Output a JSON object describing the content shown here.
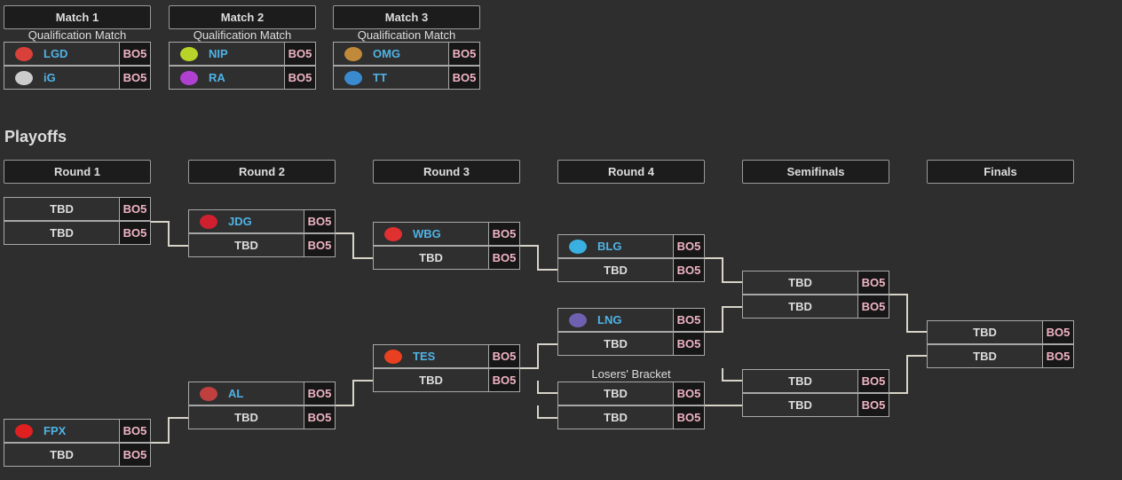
{
  "qualification": {
    "headers": [
      "Match 1",
      "Match 2",
      "Match 3"
    ],
    "subtitle": "Qualification Match",
    "matches": [
      [
        {
          "team": "LGD",
          "logo": "lgd-logo",
          "score": "BO5"
        },
        {
          "team": "iG",
          "logo": "ig-logo",
          "score": "BO5"
        }
      ],
      [
        {
          "team": "NIP",
          "logo": "nip-logo",
          "score": "BO5"
        },
        {
          "team": "RA",
          "logo": "ra-logo",
          "score": "BO5"
        }
      ],
      [
        {
          "team": "OMG",
          "logo": "omg-logo",
          "score": "BO5"
        },
        {
          "team": "TT",
          "logo": "tt-logo",
          "score": "BO5"
        }
      ]
    ]
  },
  "playoffs": {
    "title": "Playoffs",
    "rounds": [
      "Round 1",
      "Round 2",
      "Round 3",
      "Round 4",
      "Semifinals",
      "Finals"
    ],
    "losers_label": "Losers' Bracket",
    "matches": [
      [
        {
          "team": "TBD",
          "score": "BO5"
        },
        {
          "team": "TBD",
          "score": "BO5"
        }
      ],
      [
        {
          "team": "FPX",
          "logo": "fpx-logo",
          "score": "BO5"
        },
        {
          "team": "TBD",
          "score": "BO5"
        }
      ],
      [
        {
          "team": "JDG",
          "logo": "jdg-logo",
          "score": "BO5"
        },
        {
          "team": "TBD",
          "score": "BO5"
        }
      ],
      [
        {
          "team": "AL",
          "logo": "al-logo",
          "score": "BO5"
        },
        {
          "team": "TBD",
          "score": "BO5"
        }
      ],
      [
        {
          "team": "WBG",
          "logo": "wbg-logo",
          "score": "BO5"
        },
        {
          "team": "TBD",
          "score": "BO5"
        }
      ],
      [
        {
          "team": "TES",
          "logo": "tes-logo",
          "score": "BO5"
        },
        {
          "team": "TBD",
          "score": "BO5"
        }
      ],
      [
        {
          "team": "BLG",
          "logo": "blg-logo",
          "score": "BO5"
        },
        {
          "team": "TBD",
          "score": "BO5"
        }
      ],
      [
        {
          "team": "LNG",
          "logo": "lng-logo",
          "score": "BO5"
        },
        {
          "team": "TBD",
          "score": "BO5"
        }
      ],
      [
        {
          "team": "TBD",
          "score": "BO5"
        },
        {
          "team": "TBD",
          "score": "BO5"
        }
      ],
      [
        {
          "team": "TBD",
          "score": "BO5"
        },
        {
          "team": "TBD",
          "score": "BO5"
        }
      ],
      [
        {
          "team": "TBD",
          "score": "BO5"
        },
        {
          "team": "TBD",
          "score": "BO5"
        }
      ],
      [
        {
          "team": "TBD",
          "score": "BO5"
        },
        {
          "team": "TBD",
          "score": "BO5"
        }
      ]
    ]
  },
  "logo_colors": {
    "lgd-logo": "#d9403a",
    "ig-logo": "#cccccc",
    "nip-logo": "#b8d42a",
    "ra-logo": "#b040d0",
    "omg-logo": "#c08a3a",
    "tt-logo": "#3a8ad0",
    "fpx-logo": "#e02020",
    "jdg-logo": "#d02030",
    "al-logo": "#c04040",
    "wbg-logo": "#e03030",
    "tes-logo": "#e84020",
    "blg-logo": "#3ab0e0",
    "lng-logo": "#7060b0"
  }
}
